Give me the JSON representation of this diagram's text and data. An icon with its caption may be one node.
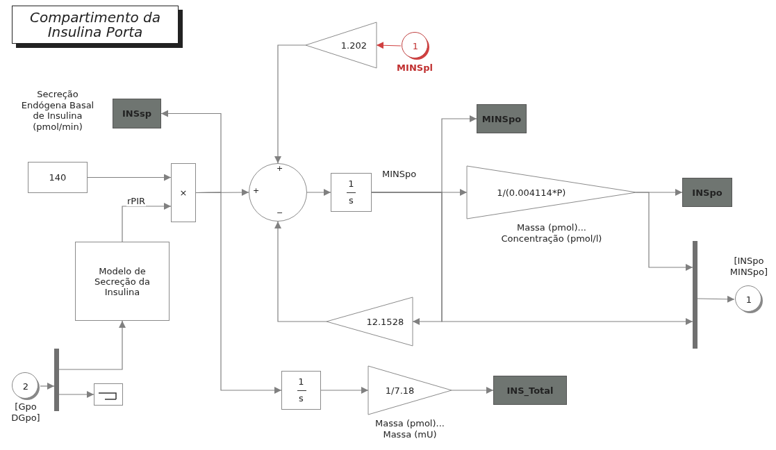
{
  "diagram": {
    "nodes": [
      {
        "text": [
          "Compartimento da Insulina Porta"
        ]
      },
      {
        "text": [
          "1.202"
        ]
      },
      {
        "text": [
          "1"
        ],
        "beside": [
          "MINSpl"
        ]
      },
      {
        "text": [
          "INSsp"
        ]
      },
      {
        "text": [
          "140"
        ],
        "beside": [
          "Secreção Endógena Basal de Insulina (pmol/min)"
        ]
      },
      {
        "text": [
          "×"
        ]
      },
      {
        "text": [
          "+",
          "+",
          "−"
        ]
      },
      {
        "text": [
          "1",
          "s"
        ]
      },
      {
        "text": [
          "MINSpo"
        ]
      },
      {
        "text": [
          "1/(0.004114*P)"
        ],
        "beside": [
          "Massa (pmol)... Concentração (pmol/l)"
        ]
      },
      {
        "text": [
          "INSpo"
        ]
      },
      {
        "text": [
          "Modelo de Secreção da Insulina"
        ]
      },
      {
        "text": [],
        "shape": "bar"
      },
      {
        "text": [
          "1"
        ],
        "beside": [
          "[INSpo MINSpo]"
        ]
      },
      {
        "text": [
          "12.1528"
        ]
      },
      {
        "text": [
          "2"
        ],
        "beside": [
          "[Gpo DGpo]"
        ]
      },
      {
        "text": [],
        "shape": "bar"
      },
      {
        "text": [],
        "shape": "box"
      },
      {
        "text": [
          "1",
          "s"
        ]
      },
      {
        "text": [
          "1/7.18"
        ],
        "beside": [
          "Massa (pmol)... Massa (mU)"
        ]
      },
      {
        "text": [
          "INS_Total"
        ]
      }
    ],
    "edges": [
      {
        "from": 2,
        "to": 1,
        "arrow": "to",
        "color": "#d04040"
      },
      {
        "from": 1,
        "to": 6,
        "arrow": "to"
      },
      {
        "from": 4,
        "to": 5,
        "arrow": "to"
      },
      {
        "from": 11,
        "to": 5,
        "arrow": "to",
        "label": "rPIR"
      },
      {
        "from": 5,
        "to": 6,
        "arrow": "to"
      },
      {
        "from": 5,
        "to": 3,
        "arrow": "to"
      },
      {
        "from": 5,
        "to": 18,
        "arrow": "to"
      },
      {
        "from": 6,
        "to": 7,
        "arrow": "to"
      },
      {
        "from": 7,
        "to": 9,
        "arrow": "to",
        "label": "MINSpo"
      },
      {
        "from": 7,
        "to": 8,
        "arrow": "to"
      },
      {
        "from": 7,
        "to": 14,
        "arrow": "to"
      },
      {
        "from": 7,
        "to": 12,
        "arrow": "to"
      },
      {
        "from": 14,
        "to": 6,
        "arrow": "to"
      },
      {
        "from": 9,
        "to": 10,
        "arrow": "to"
      },
      {
        "from": 9,
        "to": 12,
        "arrow": "to"
      },
      {
        "from": 12,
        "to": 13,
        "arrow": "to"
      },
      {
        "from": 15,
        "to": 16,
        "arrow": "to"
      },
      {
        "from": 16,
        "to": 11,
        "arrow": "to"
      },
      {
        "from": 16,
        "to": 17,
        "arrow": "to"
      },
      {
        "from": 18,
        "to": 19,
        "arrow": "to"
      },
      {
        "from": 19,
        "to": 20,
        "arrow": "to"
      }
    ]
  }
}
